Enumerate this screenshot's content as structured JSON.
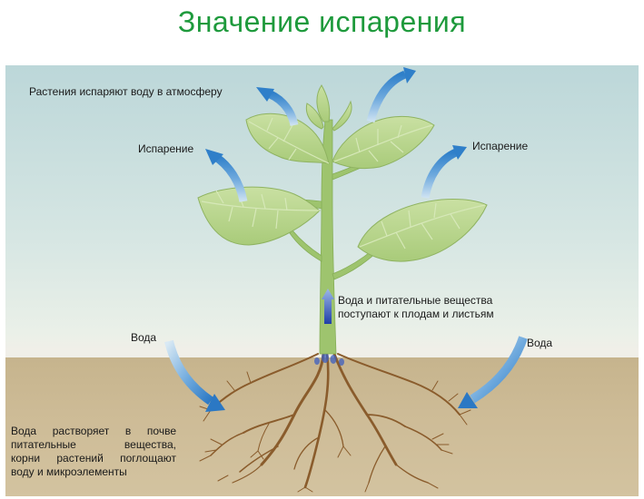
{
  "title": "Значение испарения",
  "labels": {
    "atmosphere": "Растения испаряют воду в атмосферу",
    "evap_left": "Испарение",
    "evap_right": "Испарение",
    "stem_line1": "Вода и питательные вещества",
    "stem_line2": "поступают к плодам и листьям",
    "water_left": "Вода",
    "water_right": "Вода",
    "soil_line1": "Вода растворяет в почве",
    "soil_line2": "питательные вещества,",
    "soil_line3": "корни растений поглощают",
    "soil_line4": "воду и микроэлементы"
  },
  "colors": {
    "title": "#1e9a3c",
    "arrow": "#3d86cf",
    "leaf": "#b6d48a",
    "stem": "#9ec46e",
    "root": "#8a5c2c"
  }
}
